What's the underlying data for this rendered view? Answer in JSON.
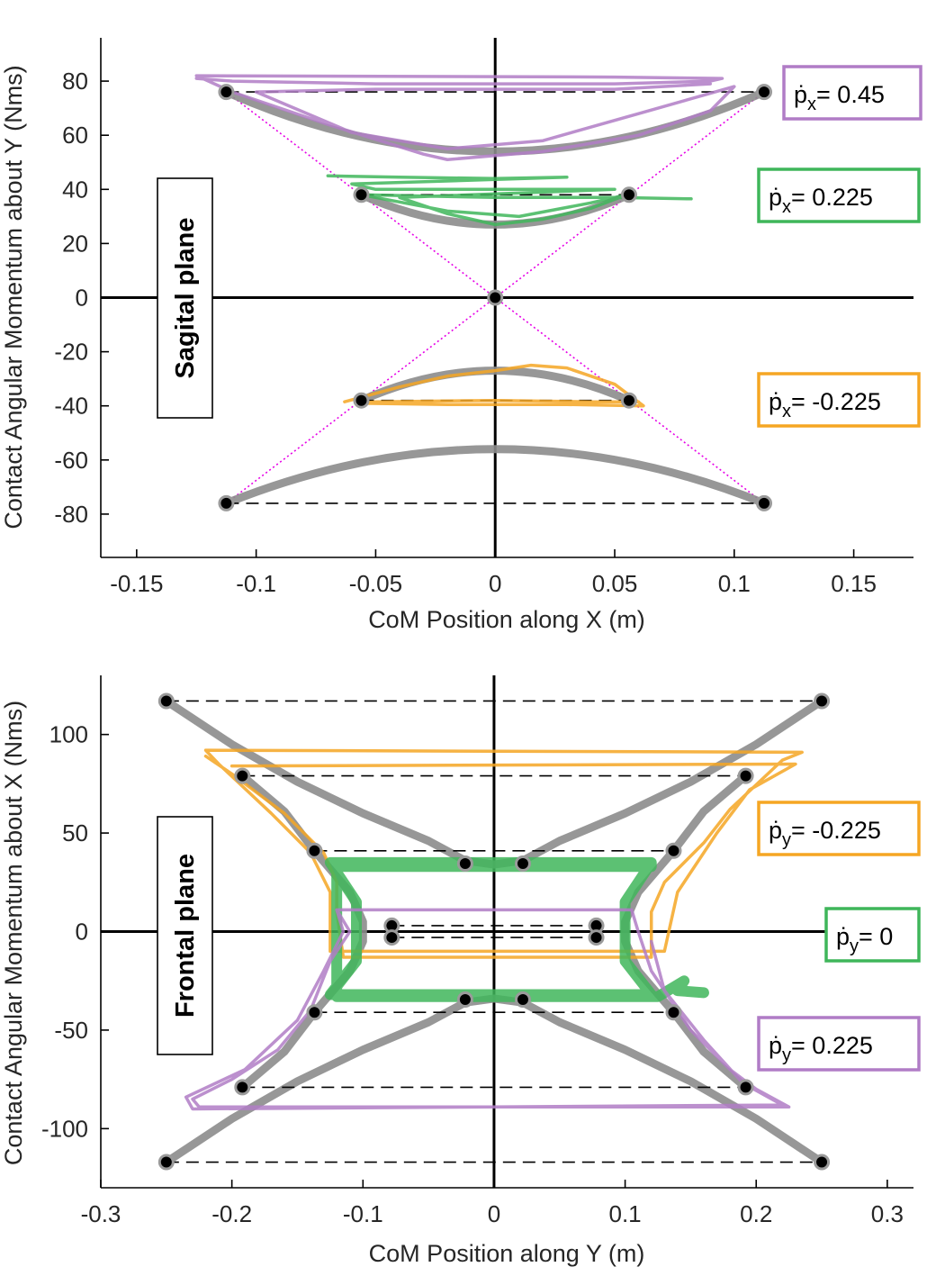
{
  "colors": {
    "gray": "#8c8c8c",
    "purple": "#b07cc6",
    "green": "#3fb65a",
    "orange": "#f5a623",
    "magenta": "#e600e6",
    "black": "#000000"
  },
  "chart_data": [
    {
      "type": "line",
      "title": "",
      "panel_label": "Sagital plane",
      "xlabel": "CoM Position along X (m)",
      "ylabel": "Contact Angular Momentum about Y (Nms)",
      "xlim": [
        -0.165,
        0.175
      ],
      "ylim": [
        -96,
        96
      ],
      "xticks": [
        -0.15,
        -0.1,
        -0.05,
        0,
        0.05,
        0.1,
        0.15
      ],
      "xtick_labels": [
        "-0.15",
        "-0.1",
        "-0.05",
        "0",
        "0.05",
        "0.1",
        "0.15"
      ],
      "yticks": [
        -80,
        -60,
        -40,
        -20,
        0,
        20,
        40,
        60,
        80
      ],
      "ytick_labels": [
        "-80",
        "-60",
        "-40",
        "-20",
        "0",
        "20",
        "40",
        "60",
        "80"
      ],
      "reference_curves": [
        {
          "endpoints": [
            [
              -0.1125,
              76
            ],
            [
              0.1125,
              76
            ]
          ],
          "vertex": [
            0,
            54
          ]
        },
        {
          "endpoints": [
            [
              -0.056,
              38
            ],
            [
              0.056,
              38
            ]
          ],
          "vertex": [
            0,
            27
          ]
        },
        {
          "endpoints": [
            [
              -0.056,
              -38
            ],
            [
              0.056,
              -38
            ]
          ],
          "vertex": [
            0,
            -27
          ]
        },
        {
          "endpoints": [
            [
              -0.1125,
              -76
            ],
            [
              0.1125,
              -76
            ]
          ],
          "vertex": [
            0,
            -56
          ]
        }
      ],
      "markers": [
        [
          -0.1125,
          76
        ],
        [
          0.1125,
          76
        ],
        [
          -0.056,
          38
        ],
        [
          0.056,
          38
        ],
        [
          0,
          0
        ],
        [
          -0.056,
          -38
        ],
        [
          0.056,
          -38
        ],
        [
          -0.1125,
          -76
        ],
        [
          0.1125,
          -76
        ]
      ],
      "dotted_lines": [
        [
          [
            -0.1125,
            76
          ],
          [
            0.1125,
            -76
          ]
        ],
        [
          [
            0.1125,
            76
          ],
          [
            -0.1125,
            -76
          ]
        ]
      ],
      "series": [
        {
          "label": "ṗx = 0.45",
          "color_key": "purple",
          "points": [
            [
              -0.125,
              81
            ],
            [
              -0.11,
              80
            ],
            [
              -0.05,
              79
            ],
            [
              0.0,
              79
            ],
            [
              0.05,
              79
            ],
            [
              0.09,
              80
            ],
            [
              0.095,
              81
            ],
            [
              0.05,
              81.5
            ],
            [
              -0.125,
              82
            ],
            [
              -0.11,
              76
            ],
            [
              -0.07,
              64
            ],
            [
              -0.03,
              53
            ],
            [
              -0.02,
              51
            ],
            [
              0.02,
              54
            ],
            [
              0.06,
              60
            ],
            [
              0.09,
              69
            ],
            [
              0.1,
              78
            ],
            [
              0.06,
              68
            ],
            [
              0.02,
              58
            ],
            [
              -0.02,
              55
            ],
            [
              -0.06,
              61
            ],
            [
              -0.1,
              76
            ],
            [
              -0.05,
              77
            ],
            [
              0.05,
              77
            ],
            [
              0.09,
              79
            ]
          ]
        },
        {
          "label": "ṗx = 0.225",
          "color_key": "green",
          "points": [
            [
              -0.07,
              45
            ],
            [
              -0.04,
              44.5
            ],
            [
              0.0,
              44
            ],
            [
              0.03,
              44.5
            ],
            [
              -0.06,
              42
            ],
            [
              -0.05,
              40
            ],
            [
              0.05,
              40
            ],
            [
              -0.04,
              37
            ],
            [
              -0.02,
              31
            ],
            [
              0.0,
              27
            ],
            [
              0.02,
              29
            ],
            [
              0.04,
              33
            ],
            [
              0.055,
              38
            ],
            [
              0.04,
              35
            ],
            [
              0.01,
              30
            ],
            [
              -0.02,
              32
            ],
            [
              -0.056,
              38
            ],
            [
              0.0,
              37
            ],
            [
              0.05,
              37
            ],
            [
              0.082,
              36.5
            ]
          ]
        },
        {
          "label": "ṗx = -0.225",
          "color_key": "orange",
          "points": [
            [
              -0.063,
              -38.5
            ],
            [
              -0.04,
              -33
            ],
            [
              -0.02,
              -29
            ],
            [
              0.0,
              -27
            ],
            [
              0.015,
              -25
            ],
            [
              0.03,
              -26
            ],
            [
              0.05,
              -32
            ],
            [
              0.062,
              -40
            ],
            [
              0.03,
              -39.5
            ],
            [
              -0.02,
              -39.5
            ],
            [
              -0.058,
              -39
            ],
            [
              -0.05,
              -38.5
            ],
            [
              0.0,
              -38
            ],
            [
              0.04,
              -38.5
            ],
            [
              0.06,
              -38.5
            ]
          ]
        }
      ],
      "legend": [
        {
          "label_base": "ṗ",
          "label_sub": "x",
          "label_value": "= 0.45",
          "color_key": "purple"
        },
        {
          "label_base": "ṗ",
          "label_sub": "x",
          "label_value": "= 0.225",
          "color_key": "green"
        },
        {
          "label_base": "ṗ",
          "label_sub": "x",
          "label_value": "= -0.225",
          "color_key": "orange"
        }
      ]
    },
    {
      "type": "line",
      "title": "",
      "panel_label": "Frontal plane",
      "xlabel": "CoM Position along Y (m)",
      "ylabel": "Contact Angular Momentum about X (Nms)",
      "xlim": [
        -0.3,
        0.32
      ],
      "ylim": [
        -130,
        130
      ],
      "xticks": [
        -0.3,
        -0.2,
        -0.1,
        0,
        0.1,
        0.2,
        0.3
      ],
      "xtick_labels": [
        "-0.3",
        "-0.2",
        "-0.1",
        "0",
        "0.1",
        "0.2",
        "0.3"
      ],
      "yticks": [
        -100,
        -50,
        0,
        50,
        100
      ],
      "ytick_labels": [
        "-100",
        "-50",
        "0",
        "50",
        "100"
      ],
      "gray_curves": [
        [
          [
            -0.25,
            117
          ],
          [
            -0.2,
            95
          ],
          [
            -0.15,
            76
          ],
          [
            -0.1,
            60
          ],
          [
            -0.05,
            46
          ],
          [
            -0.022,
            36
          ],
          [
            0.0,
            34
          ],
          [
            0.022,
            36
          ],
          [
            0.05,
            46
          ],
          [
            0.1,
            60
          ],
          [
            0.15,
            76
          ],
          [
            0.2,
            95
          ],
          [
            0.25,
            117
          ]
        ],
        [
          [
            -0.25,
            -117
          ],
          [
            -0.2,
            -95
          ],
          [
            -0.15,
            -76
          ],
          [
            -0.1,
            -60
          ],
          [
            -0.05,
            -46
          ],
          [
            -0.022,
            -36
          ],
          [
            0.0,
            -34
          ],
          [
            0.022,
            -36
          ],
          [
            0.05,
            -46
          ],
          [
            0.1,
            -60
          ],
          [
            0.15,
            -76
          ],
          [
            0.2,
            -95
          ],
          [
            0.25,
            -117
          ]
        ],
        [
          [
            -0.192,
            79
          ],
          [
            -0.16,
            61
          ],
          [
            -0.137,
            41
          ],
          [
            -0.11,
            20
          ],
          [
            -0.1,
            5
          ],
          [
            -0.1,
            -5
          ],
          [
            -0.11,
            -20
          ],
          [
            -0.137,
            -41
          ],
          [
            -0.16,
            -61
          ],
          [
            -0.192,
            -79
          ]
        ],
        [
          [
            0.192,
            79
          ],
          [
            0.16,
            61
          ],
          [
            0.137,
            41
          ],
          [
            0.11,
            20
          ],
          [
            0.1,
            5
          ],
          [
            0.1,
            -5
          ],
          [
            0.11,
            -20
          ],
          [
            0.137,
            -41
          ],
          [
            0.16,
            -61
          ],
          [
            0.192,
            -79
          ]
        ]
      ],
      "markers": [
        [
          -0.25,
          117
        ],
        [
          0.25,
          117
        ],
        [
          -0.192,
          79
        ],
        [
          0.192,
          79
        ],
        [
          -0.137,
          41
        ],
        [
          0.137,
          41
        ],
        [
          -0.022,
          34.5
        ],
        [
          0.022,
          34.5
        ],
        [
          -0.078,
          3
        ],
        [
          0.078,
          3
        ],
        [
          -0.078,
          -3
        ],
        [
          0.078,
          -3
        ],
        [
          -0.022,
          -34.5
        ],
        [
          0.022,
          -34.5
        ],
        [
          -0.137,
          -41
        ],
        [
          0.137,
          -41
        ],
        [
          -0.192,
          -79
        ],
        [
          0.192,
          -79
        ],
        [
          -0.25,
          -117
        ],
        [
          0.25,
          -117
        ]
      ],
      "dashed_levels": [
        117,
        79,
        41,
        3,
        -3,
        -41,
        -79,
        -117
      ],
      "dashed_spans": [
        [
          -0.25,
          0.25
        ],
        [
          -0.192,
          0.192
        ],
        [
          -0.137,
          0.137
        ],
        [
          -0.078,
          0.078
        ],
        [
          -0.078,
          0.078
        ],
        [
          -0.137,
          0.137
        ],
        [
          -0.192,
          0.192
        ],
        [
          -0.25,
          0.25
        ]
      ],
      "series": [
        {
          "label": "ṗy = -0.225",
          "color_key": "orange",
          "points": [
            [
              -0.22,
              89
            ],
            [
              -0.2,
              80
            ],
            [
              -0.16,
              60
            ],
            [
              -0.13,
              40
            ],
            [
              -0.12,
              25
            ],
            [
              -0.12,
              10
            ],
            [
              -0.115,
              -13
            ],
            [
              0.12,
              -13
            ],
            [
              0.12,
              10
            ],
            [
              0.13,
              25
            ],
            [
              0.16,
              45
            ],
            [
              0.18,
              62
            ],
            [
              0.22,
              87
            ],
            [
              0.235,
              91
            ],
            [
              -0.22,
              92
            ],
            [
              -0.21,
              85
            ],
            [
              -0.17,
              60
            ],
            [
              -0.14,
              40
            ],
            [
              -0.125,
              20
            ],
            [
              -0.125,
              -10
            ],
            [
              0.13,
              -10
            ],
            [
              0.14,
              20
            ],
            [
              0.17,
              50
            ],
            [
              0.195,
              72
            ],
            [
              0.23,
              85
            ],
            [
              -0.2,
              84
            ]
          ]
        },
        {
          "label": "ṗy = 0",
          "color_key": "green",
          "points": [
            [
              -0.125,
              35
            ],
            [
              0.12,
              35
            ],
            [
              0.1,
              15
            ],
            [
              0.1,
              -15
            ],
            [
              0.12,
              -32
            ],
            [
              -0.125,
              -32
            ],
            [
              -0.105,
              -15
            ],
            [
              -0.105,
              15
            ],
            [
              -0.125,
              35
            ],
            [
              0.12,
              35
            ],
            [
              0.12,
              33
            ],
            [
              -0.12,
              33
            ],
            [
              -0.12,
              -33
            ],
            [
              0.125,
              -33
            ],
            [
              0.145,
              -25
            ],
            [
              0.14,
              -30
            ],
            [
              0.16,
              -31
            ]
          ]
        },
        {
          "label": "ṗy = 0.225",
          "color_key": "purple",
          "points": [
            [
              -0.12,
              11
            ],
            [
              -0.11,
              0
            ],
            [
              -0.125,
              -15
            ],
            [
              -0.14,
              -40
            ],
            [
              -0.165,
              -60
            ],
            [
              -0.2,
              -75
            ],
            [
              -0.23,
              -85
            ],
            [
              -0.225,
              -89
            ],
            [
              0.225,
              -89
            ],
            [
              0.2,
              -80
            ],
            [
              0.18,
              -70
            ],
            [
              0.15,
              -50
            ],
            [
              0.12,
              -20
            ],
            [
              0.11,
              0
            ],
            [
              0.105,
              11
            ],
            [
              -0.12,
              11
            ],
            [
              -0.115,
              0
            ],
            [
              -0.13,
              -20
            ],
            [
              -0.15,
              -45
            ],
            [
              -0.19,
              -70
            ],
            [
              -0.235,
              -84
            ],
            [
              -0.23,
              -90
            ],
            [
              0.22,
              -88
            ],
            [
              0.19,
              -77
            ],
            [
              0.16,
              -55
            ],
            [
              0.13,
              -30
            ],
            [
              0.12,
              -5
            ]
          ]
        }
      ],
      "legend": [
        {
          "label_base": "ṗ",
          "label_sub": "y",
          "label_value": "= -0.225",
          "color_key": "orange"
        },
        {
          "label_base": "ṗ",
          "label_sub": "y",
          "label_value": "= 0",
          "color_key": "green"
        },
        {
          "label_base": "ṗ",
          "label_sub": "y",
          "label_value": "= 0.225",
          "color_key": "purple"
        }
      ]
    }
  ]
}
